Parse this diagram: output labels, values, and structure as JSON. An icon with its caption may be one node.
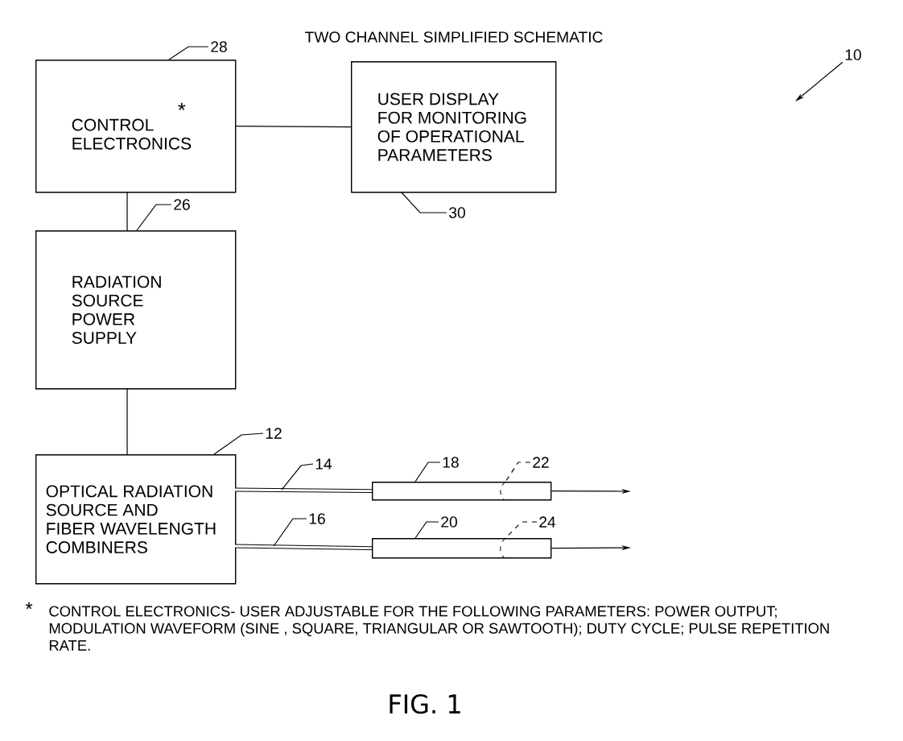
{
  "diagram": {
    "title": "TWO CHANNEL SIMPLIFIED SCHEMATIC",
    "caption": "FIG. 1",
    "nodes": [
      {
        "text": [
          "*",
          "CONTROL ELECTRONICS"
        ]
      },
      {
        "text": [
          "USER DISPLAY FOR MONITORING OF OPERATIONAL PARAMETERS"
        ]
      },
      {
        "text": [
          "RADIATION SOURCE POWER SUPPLY"
        ]
      },
      {
        "text": [
          "OPTICAL RADIATION SOURCE AND FIBER WAVELENGTH COMBINERS"
        ]
      },
      {
        "text": [],
        "shape": "box"
      },
      {
        "text": [],
        "shape": "box"
      },
      {
        "text": [
          "28"
        ]
      },
      {
        "text": [
          "30"
        ]
      },
      {
        "text": [
          "26"
        ]
      },
      {
        "text": [
          "12"
        ]
      },
      {
        "text": [
          "14"
        ]
      },
      {
        "text": [
          "16"
        ]
      },
      {
        "text": [
          "18"
        ]
      },
      {
        "text": [
          "22"
        ]
      },
      {
        "text": [
          "20"
        ]
      },
      {
        "text": [
          "24"
        ]
      },
      {
        "text": [
          "10"
        ]
      }
    ],
    "edges": [
      {
        "from": 0,
        "to": 1,
        "arrow": "none"
      },
      {
        "from": 0,
        "to": 2,
        "arrow": "none"
      },
      {
        "from": 2,
        "to": 3,
        "arrow": "none"
      },
      {
        "from": 3,
        "to": 4,
        "arrow": "none",
        "style": "thick"
      },
      {
        "from": 3,
        "to": 5,
        "arrow": "none",
        "style": "thick"
      },
      {
        "from": 4,
        "to": null,
        "arrow": "to"
      },
      {
        "from": 5,
        "to": null,
        "arrow": "to"
      },
      {
        "from": 6,
        "to": 0,
        "arrow": "none"
      },
      {
        "from": 7,
        "to": 1,
        "arrow": "none"
      },
      {
        "from": 8,
        "to": 2,
        "arrow": "none"
      },
      {
        "from": 9,
        "to": 3,
        "arrow": "none"
      },
      {
        "from": 10,
        "to": null,
        "arrow": "none"
      },
      {
        "from": 11,
        "to": null,
        "arrow": "none"
      },
      {
        "from": 12,
        "to": 4,
        "arrow": "none"
      },
      {
        "from": 13,
        "to": 4,
        "arrow": "none",
        "style": "dashed"
      },
      {
        "from": 14,
        "to": 5,
        "arrow": "none"
      },
      {
        "from": 15,
        "to": 5,
        "arrow": "none",
        "style": "dashed"
      },
      {
        "from": 16,
        "to": null,
        "arrow": "to"
      }
    ],
    "labels": [
      "*",
      "CONTROL ELECTRONICS- USER ADJUSTABLE FOR THE FOLLOWING PARAMETERS: POWER OUTPUT; MODULATION WAVEFORM (SINE , SQUARE, TRIANGULAR OR SAWTOOTH); DUTY CYCLE; PULSE REPETITION RATE."
    ]
  }
}
